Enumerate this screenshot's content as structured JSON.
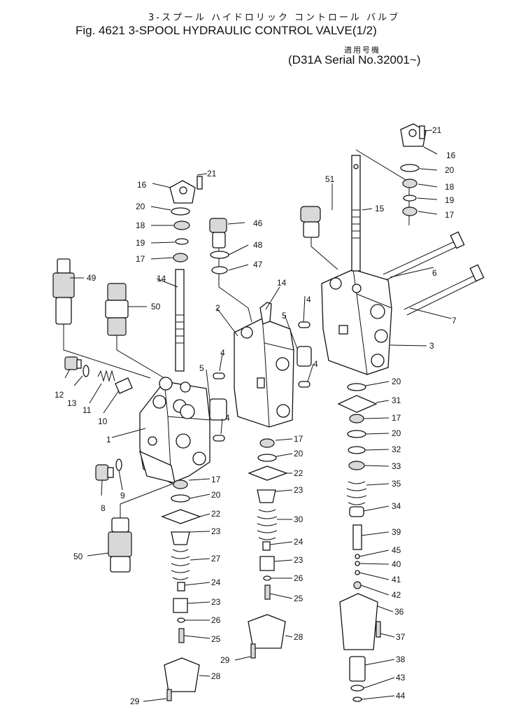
{
  "header": {
    "title_jp": "3-スプール ハイドロリック コントロール バルブ",
    "title": "Fig. 4621 3-SPOOL HYDRAULIC CONTROL VALVE(1/2)",
    "applicability_label": "適用号機",
    "model_serial": "(D31A  Serial No.32001~)"
  },
  "callouts": [
    {
      "id": "c21a",
      "text": "21"
    },
    {
      "id": "c16a",
      "text": "16"
    },
    {
      "id": "c20a",
      "text": "20"
    },
    {
      "id": "c18a",
      "text": "18"
    },
    {
      "id": "c19a",
      "text": "19"
    },
    {
      "id": "c17a",
      "text": "17"
    },
    {
      "id": "c21b",
      "text": "21"
    },
    {
      "id": "c16b",
      "text": "16"
    },
    {
      "id": "c20b",
      "text": "20"
    },
    {
      "id": "c18b",
      "text": "18"
    },
    {
      "id": "c19b",
      "text": "19"
    },
    {
      "id": "c17b",
      "text": "17"
    },
    {
      "id": "c51",
      "text": "51"
    },
    {
      "id": "c15",
      "text": "15"
    },
    {
      "id": "c6",
      "text": "6"
    },
    {
      "id": "c7",
      "text": "7"
    },
    {
      "id": "c3",
      "text": "3"
    },
    {
      "id": "c46",
      "text": "46"
    },
    {
      "id": "c48",
      "text": "48"
    },
    {
      "id": "c47",
      "text": "47"
    },
    {
      "id": "c14a",
      "text": "14"
    },
    {
      "id": "c14b",
      "text": "14"
    },
    {
      "id": "c49",
      "text": "49"
    },
    {
      "id": "c50a",
      "text": "50"
    },
    {
      "id": "c2",
      "text": "2"
    },
    {
      "id": "c5a",
      "text": "5"
    },
    {
      "id": "c4a",
      "text": "4"
    },
    {
      "id": "c4b",
      "text": "4"
    },
    {
      "id": "c5b",
      "text": "5"
    },
    {
      "id": "c4c",
      "text": "4"
    },
    {
      "id": "c4d",
      "text": "4"
    },
    {
      "id": "c12",
      "text": "12"
    },
    {
      "id": "c13",
      "text": "13"
    },
    {
      "id": "c11",
      "text": "11"
    },
    {
      "id": "c10",
      "text": "10"
    },
    {
      "id": "c1",
      "text": "1"
    },
    {
      "id": "c8",
      "text": "8"
    },
    {
      "id": "c9",
      "text": "9"
    },
    {
      "id": "c50b",
      "text": "50"
    },
    {
      "id": "c17c",
      "text": "17"
    },
    {
      "id": "c20c",
      "text": "20"
    },
    {
      "id": "c22a",
      "text": "22"
    },
    {
      "id": "c23a",
      "text": "23"
    },
    {
      "id": "c27",
      "text": "27"
    },
    {
      "id": "c24a",
      "text": "24"
    },
    {
      "id": "c23b",
      "text": "23"
    },
    {
      "id": "c26a",
      "text": "26"
    },
    {
      "id": "c25a",
      "text": "25"
    },
    {
      "id": "c28a",
      "text": "28"
    },
    {
      "id": "c29a",
      "text": "29"
    },
    {
      "id": "c17d",
      "text": "17"
    },
    {
      "id": "c20d",
      "text": "20"
    },
    {
      "id": "c22b",
      "text": "22"
    },
    {
      "id": "c23c",
      "text": "23"
    },
    {
      "id": "c30",
      "text": "30"
    },
    {
      "id": "c24b",
      "text": "24"
    },
    {
      "id": "c23d",
      "text": "23"
    },
    {
      "id": "c26b",
      "text": "26"
    },
    {
      "id": "c25b",
      "text": "25"
    },
    {
      "id": "c28b",
      "text": "28"
    },
    {
      "id": "c29b",
      "text": "29"
    },
    {
      "id": "c20e",
      "text": "20"
    },
    {
      "id": "c31",
      "text": "31"
    },
    {
      "id": "c17e",
      "text": "17"
    },
    {
      "id": "c20f",
      "text": "20"
    },
    {
      "id": "c32",
      "text": "32"
    },
    {
      "id": "c33",
      "text": "33"
    },
    {
      "id": "c35",
      "text": "35"
    },
    {
      "id": "c34",
      "text": "34"
    },
    {
      "id": "c39",
      "text": "39"
    },
    {
      "id": "c45",
      "text": "45"
    },
    {
      "id": "c40",
      "text": "40"
    },
    {
      "id": "c41",
      "text": "41"
    },
    {
      "id": "c42",
      "text": "42"
    },
    {
      "id": "c36",
      "text": "36"
    },
    {
      "id": "c37",
      "text": "37"
    },
    {
      "id": "c38",
      "text": "38"
    },
    {
      "id": "c43",
      "text": "43"
    },
    {
      "id": "c44",
      "text": "44"
    }
  ]
}
